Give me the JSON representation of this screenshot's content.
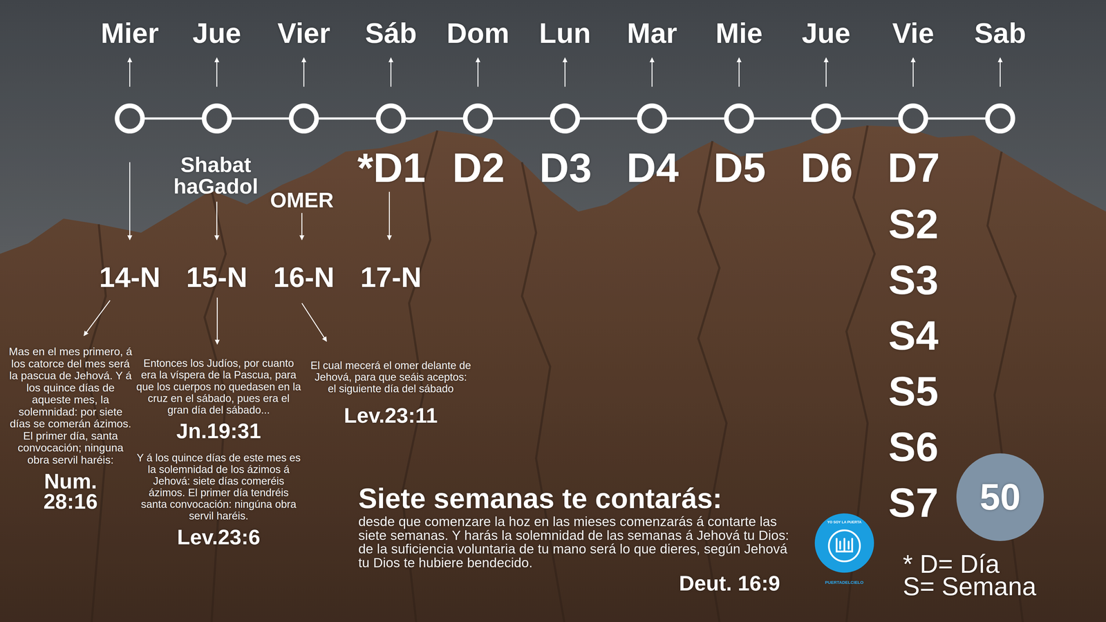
{
  "diagram": {
    "title": "Siete semanas te contarás:",
    "nodes": [
      {
        "text": [
          "50"
        ]
      },
      {
        "text": [
          "YO SOY LA PUERTA",
          "PUERTADELCIELO"
        ]
      }
    ],
    "labels": [
      "Mier",
      "Jue",
      "Vier",
      "Sáb",
      "Dom",
      "Lun",
      "Mar",
      "Mie",
      "Jue",
      "Vie",
      "Sab",
      "Shabat haGadol",
      "OMER",
      "*D1",
      "D2",
      "D3",
      "D4",
      "D5",
      "D6",
      "D7",
      "S2",
      "S3",
      "S4",
      "S5",
      "S6",
      "S7",
      "14-N",
      "15-N",
      "16-N",
      "17-N",
      "Mas en el mes primero, á los catorce del mes será la pascua de Jehová. Y á los quince días de aqueste mes, la solemnidad: por siete días se comerán ázimos. El primer día, santa convocación; ninguna obra servil haréis:",
      "Num. 28:16",
      "Entonces los Judíos, por cuanto era la víspera de la Pascua, para que los cuerpos no quedasen en la cruz en el sábado, pues era el gran día del sábado...",
      "Jn.19:31",
      "Y á los quince días de este mes es la solemnidad de los ázimos á Jehová: siete días comeréis ázimos. El primer día tendréis santa convocación: ningúna obra servil haréis.",
      "Lev.23:6",
      "El cual mecerá el omer delante de Jehová, para que seáis aceptos: el siguiente día del sábado",
      "Lev.23:11",
      "desde que comenzare la hoz en las mieses comenzarás á contarte las siete semanas. Y harás la solemnidad de las semanas á Jehová tu Dios: de la suficiencia voluntaria de tu mano será lo que dieres, según Jehová tu Dios te hubiere bendecido.",
      "Deut. 16:9"
    ],
    "legend": [
      {
        "text": "* D= Día"
      },
      {
        "text": "S= Semana"
      }
    ]
  }
}
